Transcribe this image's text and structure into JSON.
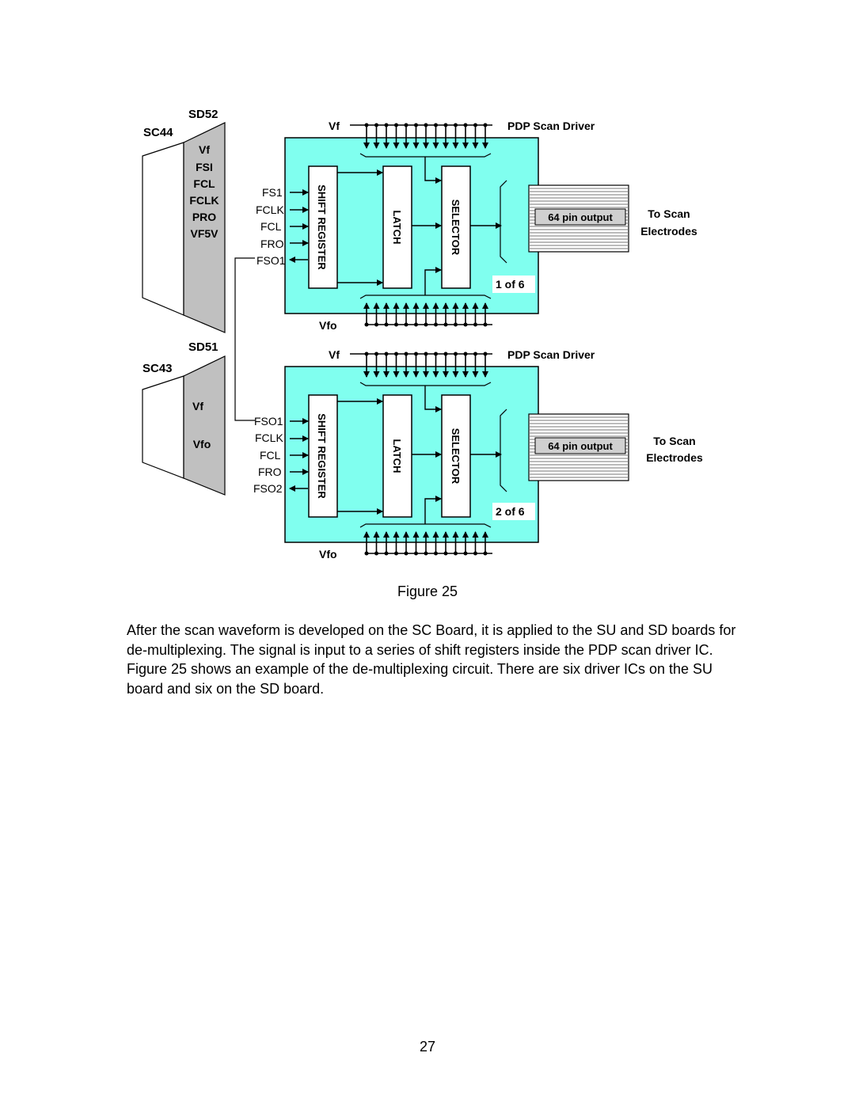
{
  "figure": {
    "connector_top": {
      "left": "SC44",
      "right": "SD52",
      "pins": [
        "Vf",
        "FSI",
        "FCL",
        "FCLK",
        "PRO",
        "VF5V"
      ]
    },
    "connector_bottom": {
      "left": "SC43",
      "right": "SD51",
      "pins": [
        "Vf",
        "Vfo"
      ]
    },
    "drivers": [
      {
        "title": "PDP Scan Driver",
        "vf": "Vf",
        "vfo": "Vfo",
        "inputs": [
          "FS1",
          "FCLK",
          "FCL",
          "FRO",
          "FSO1"
        ],
        "shift_register": "SHIFT REGISTER",
        "latch": "LATCH",
        "selector": "SELECTOR",
        "output": "64 pin output",
        "to_scan": [
          "To Scan",
          "Electrodes"
        ],
        "index": "1 of 6"
      },
      {
        "title": "PDP Scan Driver",
        "vf": "Vf",
        "vfo": "Vfo",
        "inputs": [
          "FSO1",
          "FCLK",
          "FCL",
          "FRO",
          "FSO2"
        ],
        "shift_register": "SHIFT REGISTER",
        "latch": "LATCH",
        "selector": "SELECTOR",
        "output": "64 pin output",
        "to_scan": [
          "To Scan",
          "Electrodes"
        ],
        "index": "2 of 6"
      }
    ],
    "colors": {
      "chip": "#80ffef",
      "connector_shade": "#c0c0c0"
    }
  },
  "caption": "Figure 25",
  "paragraph": "After the scan waveform is developed on the SC Board, it is applied to the SU and SD boards for de-multiplexing. The signal is input to a series of shift registers inside the PDP scan driver IC. Figure 25 shows an example of the de-multiplexing circuit. There are six driver ICs on the SU board and six on the SD board.",
  "page_number": "27"
}
